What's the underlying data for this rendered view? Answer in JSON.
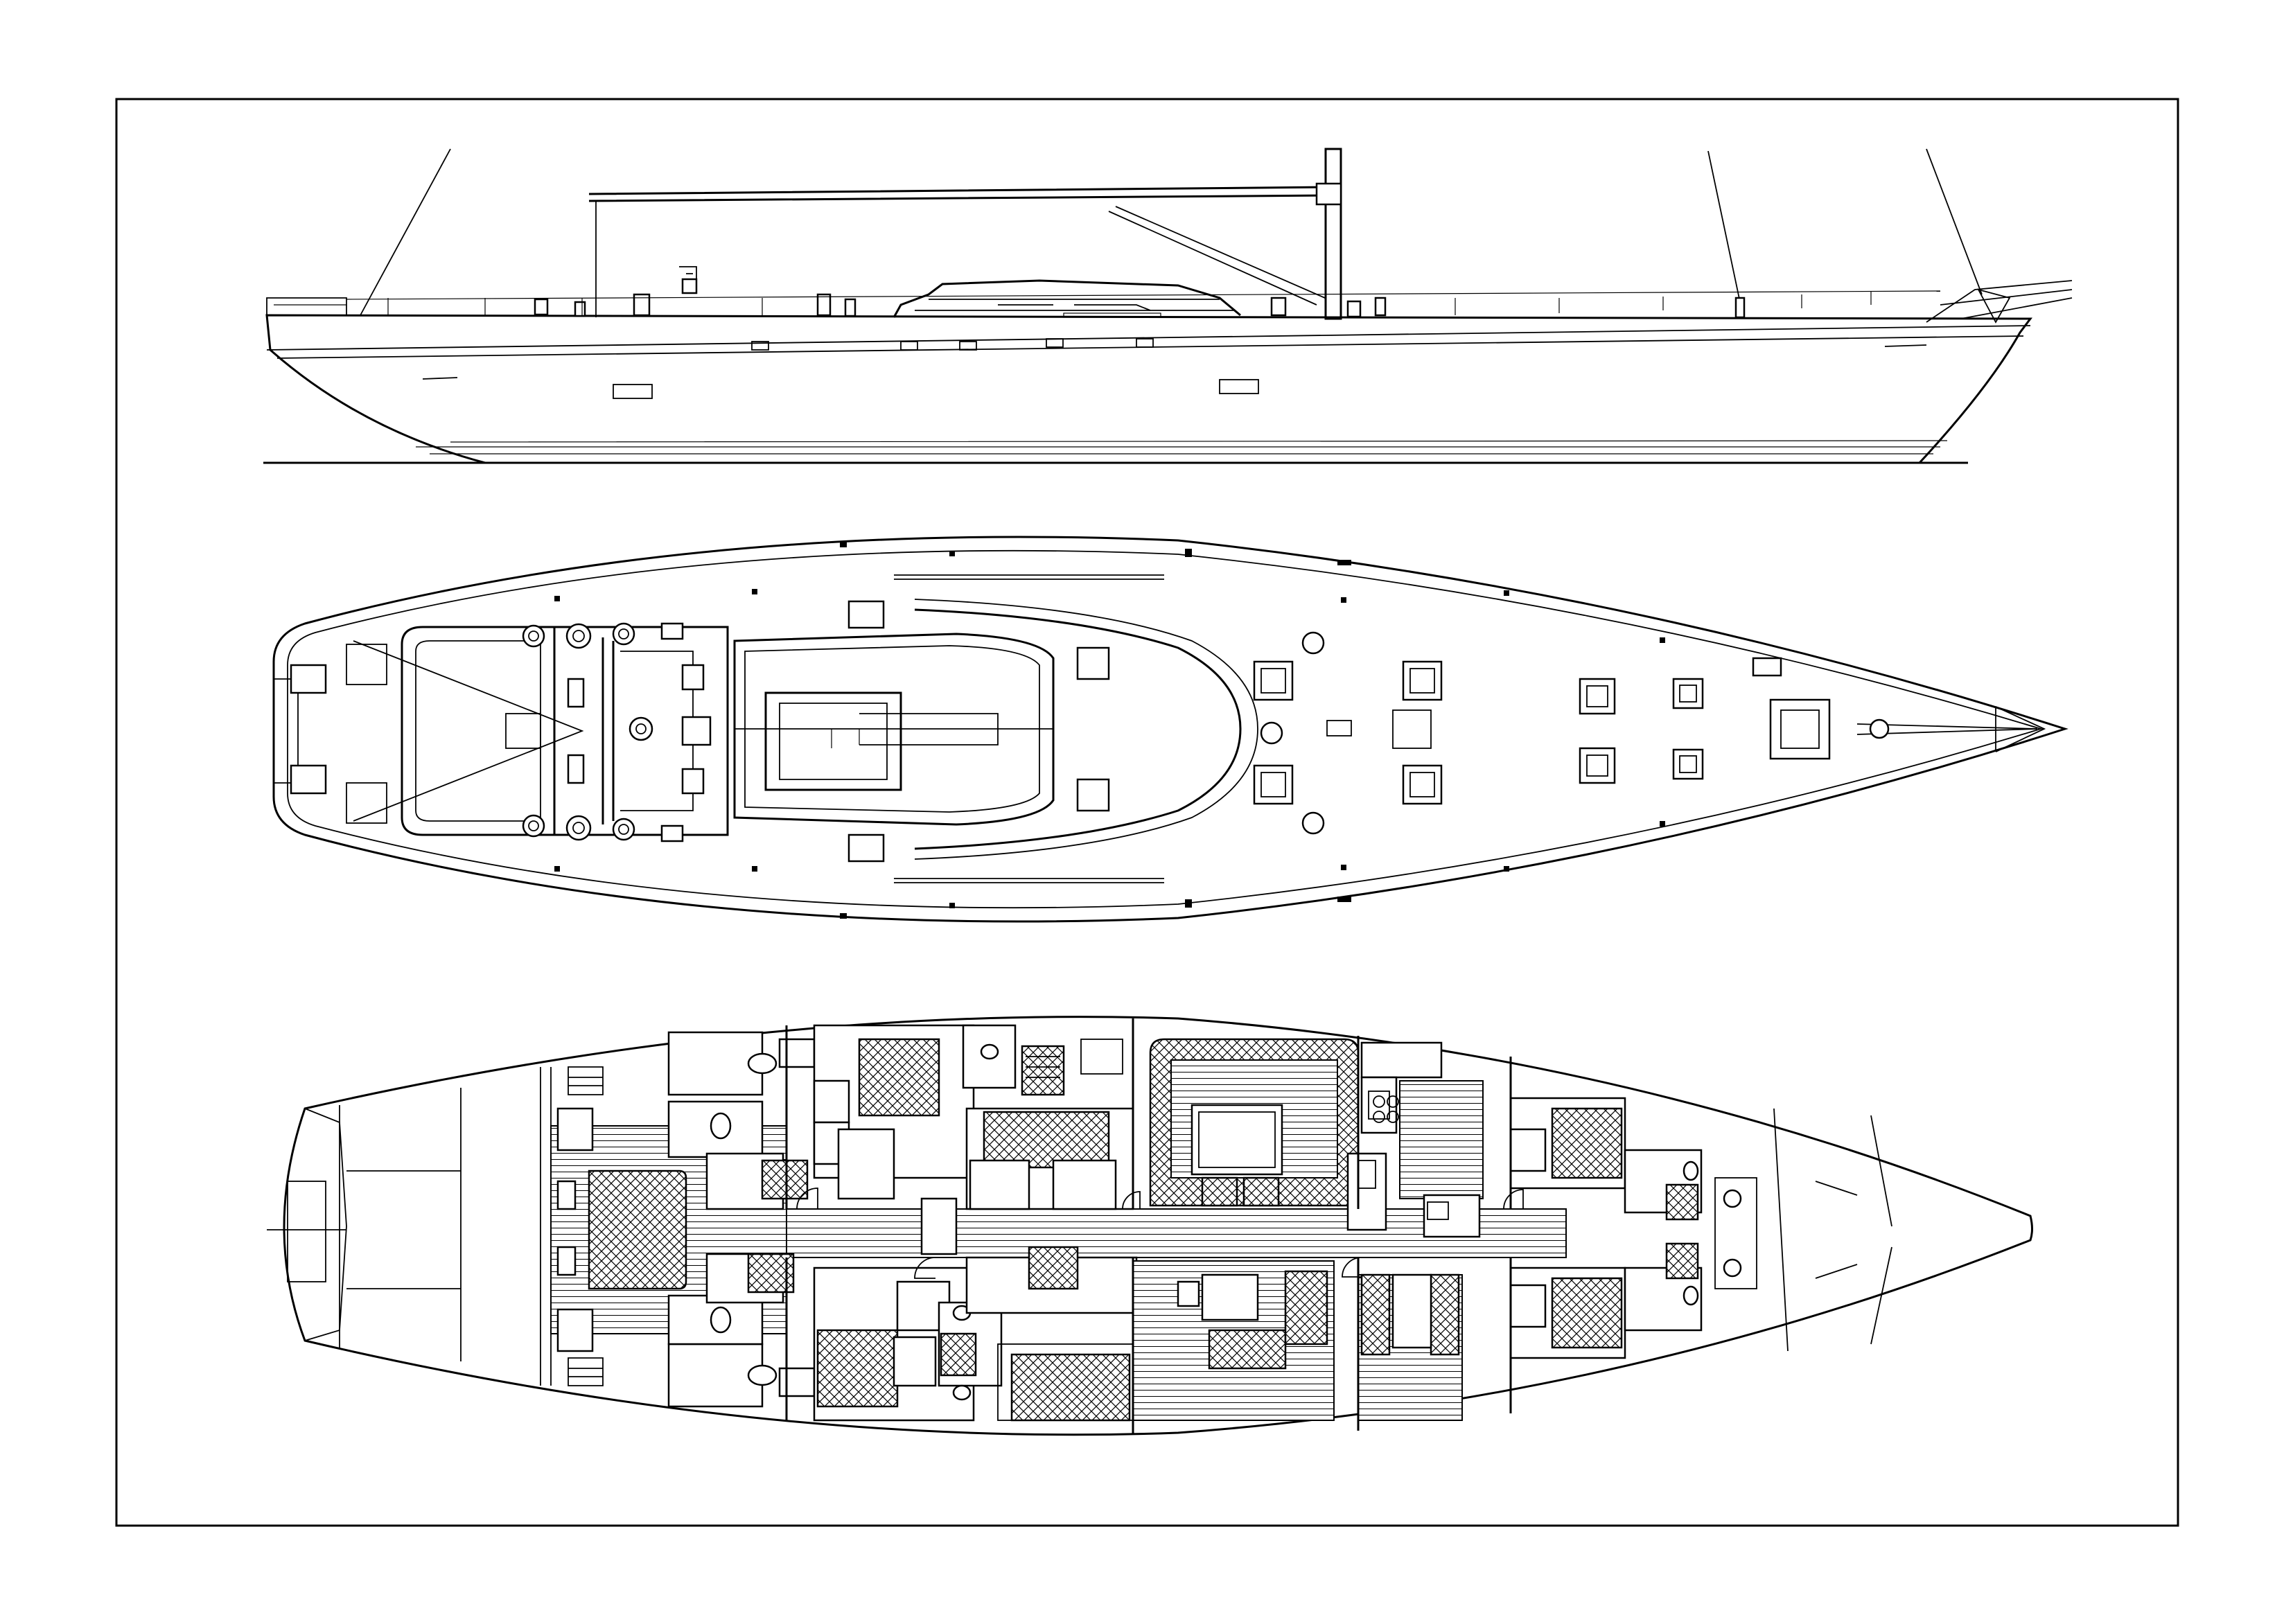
{
  "drawing": {
    "views": [
      "profile",
      "deck-plan",
      "accommodation-plan"
    ],
    "colors": {
      "line": "#000000",
      "paper": "#ffffff"
    },
    "deck_hatches": {
      "aft_pair": 6,
      "mid_pair": 6,
      "fore_pair": 4
    },
    "accommodation": {
      "cabins": 6,
      "heads": 6
    }
  }
}
